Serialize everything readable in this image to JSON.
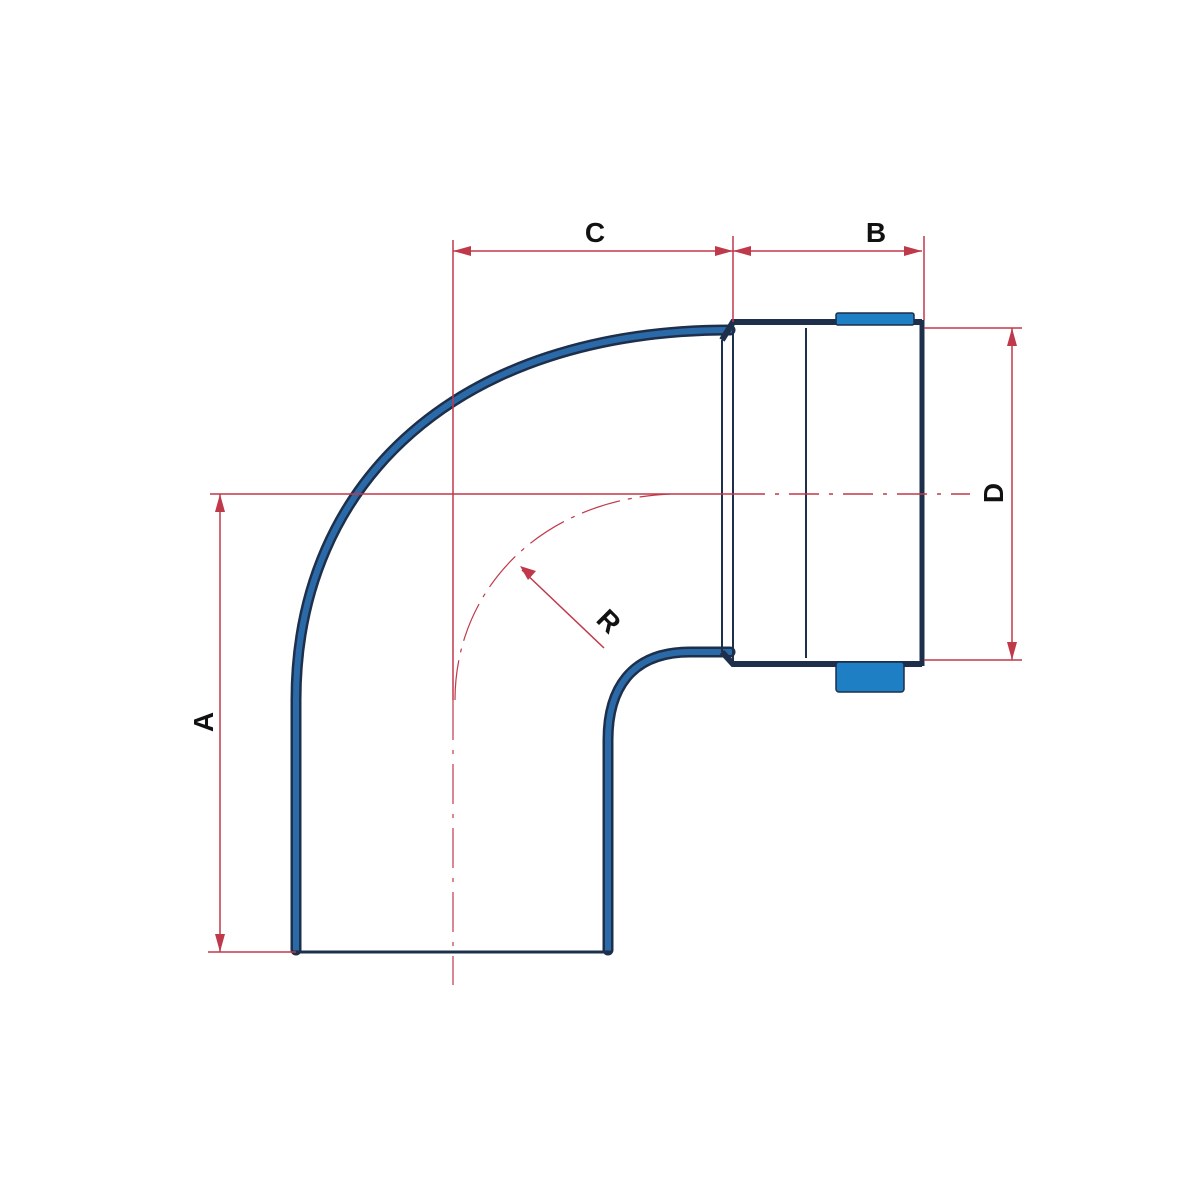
{
  "colors": {
    "pipe_blue": "#2b6aa8",
    "pipe_outline": "#1d2f4a",
    "gasket_blue": "#1f7fc4",
    "dimension_red": "#c0394a",
    "background": "#ffffff"
  },
  "labels": {
    "a": "A",
    "b": "B",
    "c": "C",
    "d": "D",
    "r": "R"
  }
}
